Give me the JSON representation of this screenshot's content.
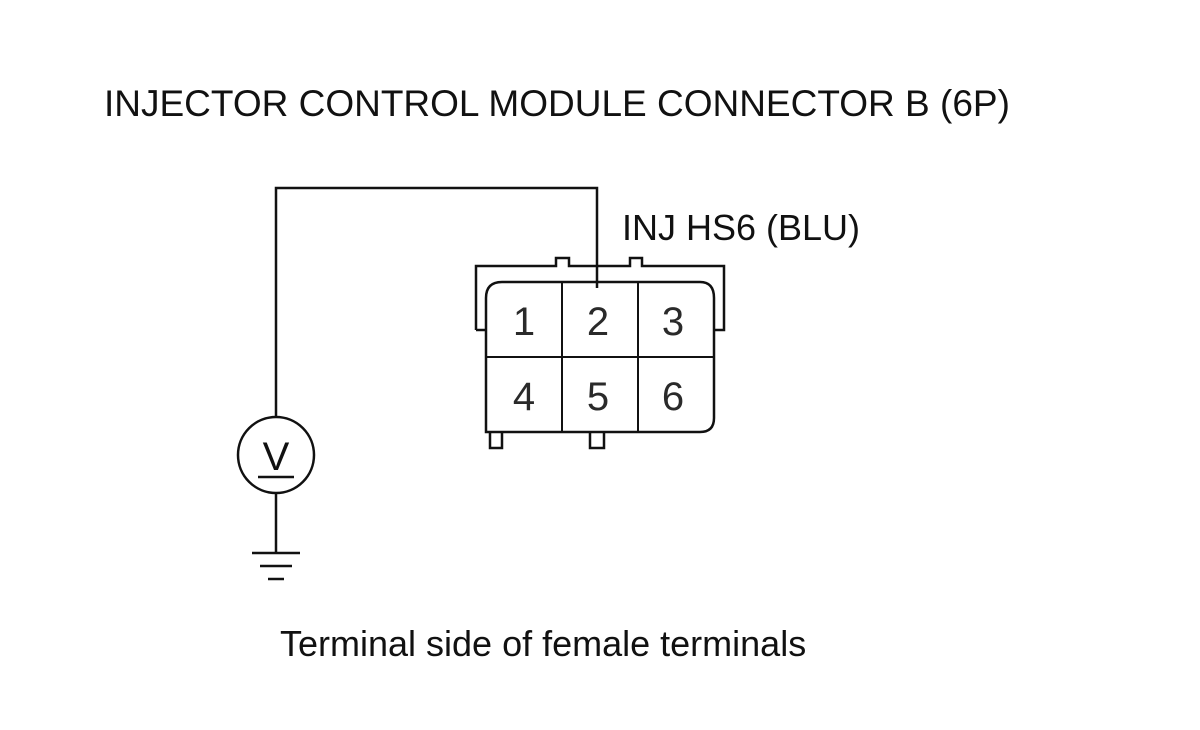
{
  "title": "INJECTOR CONTROL MODULE CONNECTOR B (6P)",
  "wire_label": "INJ HS6 (BLU)",
  "meter_symbol": "V",
  "caption": "Terminal side of female terminals",
  "connector": {
    "pins_top": [
      "1",
      "2",
      "3"
    ],
    "pins_bottom": [
      "4",
      "5",
      "6"
    ]
  },
  "colors": {
    "ink": "#111111",
    "background": "#ffffff"
  }
}
